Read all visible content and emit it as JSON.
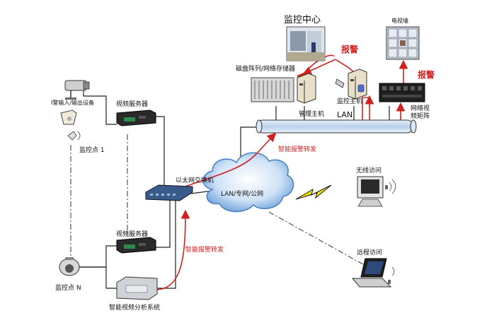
{
  "labels": {
    "monitor_center": "监控中心",
    "alarm_left": "报警",
    "alarm_right": "报警",
    "tv_wall": "电视墙",
    "storage": "磁盘阵列/网络存储器",
    "mgmt_host": "管理主机",
    "monitor_host": "监控主机",
    "lan_top": "LAN",
    "matrix": "网络视\n频矩阵",
    "io_device": "I警输入/输出设备",
    "video_server_top": "视频服务器",
    "monitor_point_1": "监控点 1",
    "smart_forward_top": "智能报警转发",
    "ethernet_switch": "以太网交换机",
    "cloud": "LAN/专网/公网",
    "wireless_access": "无线访问",
    "video_server_bottom": "视频服务器",
    "smart_forward_bottom": "智能报警转发",
    "remote_access": "远程访问",
    "monitor_point_n": "监控点 N",
    "smart_analysis": "智能视频分析系统"
  },
  "colors": {
    "alarm_red": "#d22020",
    "bus_blue": "#c8dcf0",
    "cloud_blue": "#6a9fd8",
    "lightning": "#f4e200",
    "device_dark": "#2a2a2a"
  }
}
